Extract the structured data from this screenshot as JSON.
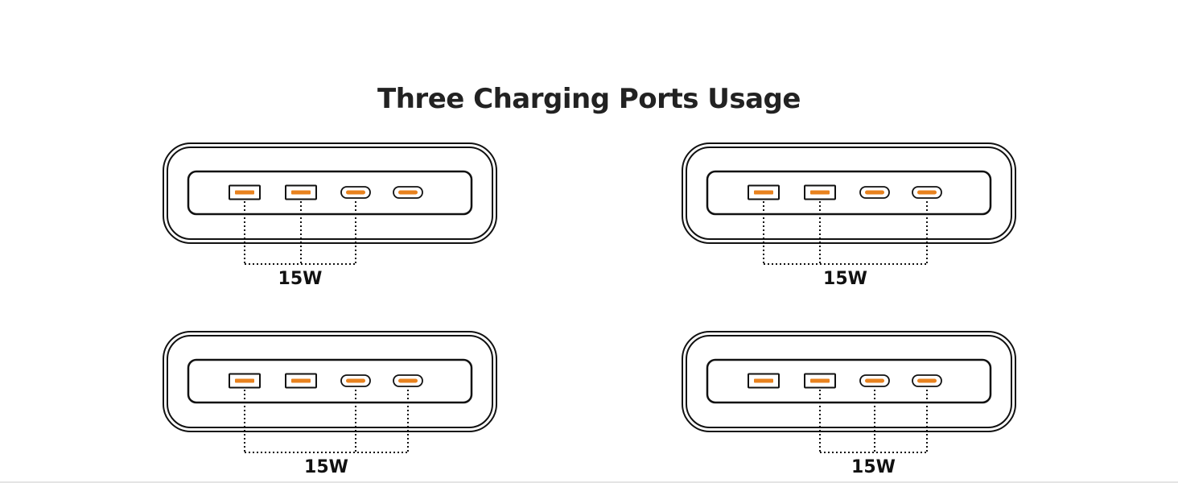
{
  "title": "Three Charging Ports Usage",
  "colors": {
    "port_fill": "#e8821e",
    "outline": "#111111",
    "background": "#ffffff"
  },
  "port_types": [
    "usb-a",
    "usb-a",
    "usb-c",
    "usb-c"
  ],
  "scenarios": [
    {
      "active_ports": [
        0,
        1,
        2
      ],
      "label": "15W"
    },
    {
      "active_ports": [
        0,
        1,
        3
      ],
      "label": "15W"
    },
    {
      "active_ports": [
        0,
        2,
        3
      ],
      "label": "15W"
    },
    {
      "active_ports": [
        1,
        2,
        3
      ],
      "label": "15W"
    }
  ]
}
